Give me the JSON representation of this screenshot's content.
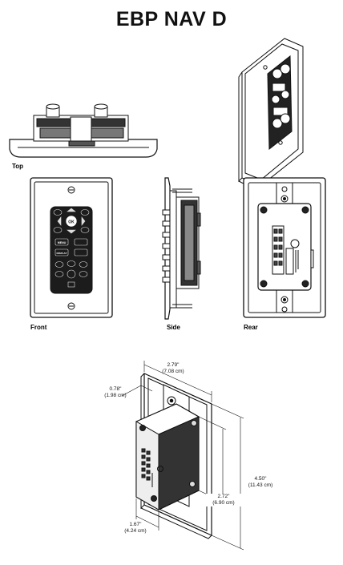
{
  "title": "EBP NAV D",
  "views": {
    "top": "Top",
    "front": "Front",
    "side": "Side",
    "rear": "Rear"
  },
  "dimensions": {
    "width": "2.79\"",
    "width_cm": "(7.08 cm)",
    "depth": "0.78\"",
    "depth_cm": "(1.98 cm)",
    "height": "4.50\"",
    "height_cm": "(11.43 cm)",
    "module_height": "2.72\"",
    "module_height_cm": "(6.90 cm)",
    "module_width": "1.67\"",
    "module_width_cm": "(4.24 cm)"
  },
  "front_buttons": {
    "ok": "OK",
    "menu": "MENU",
    "display": "DISPLAY"
  },
  "colors": {
    "ink": "#111111",
    "plate_fill": "#ffffff",
    "dark_fill": "#1c1c1c",
    "mid_fill": "#555555"
  }
}
